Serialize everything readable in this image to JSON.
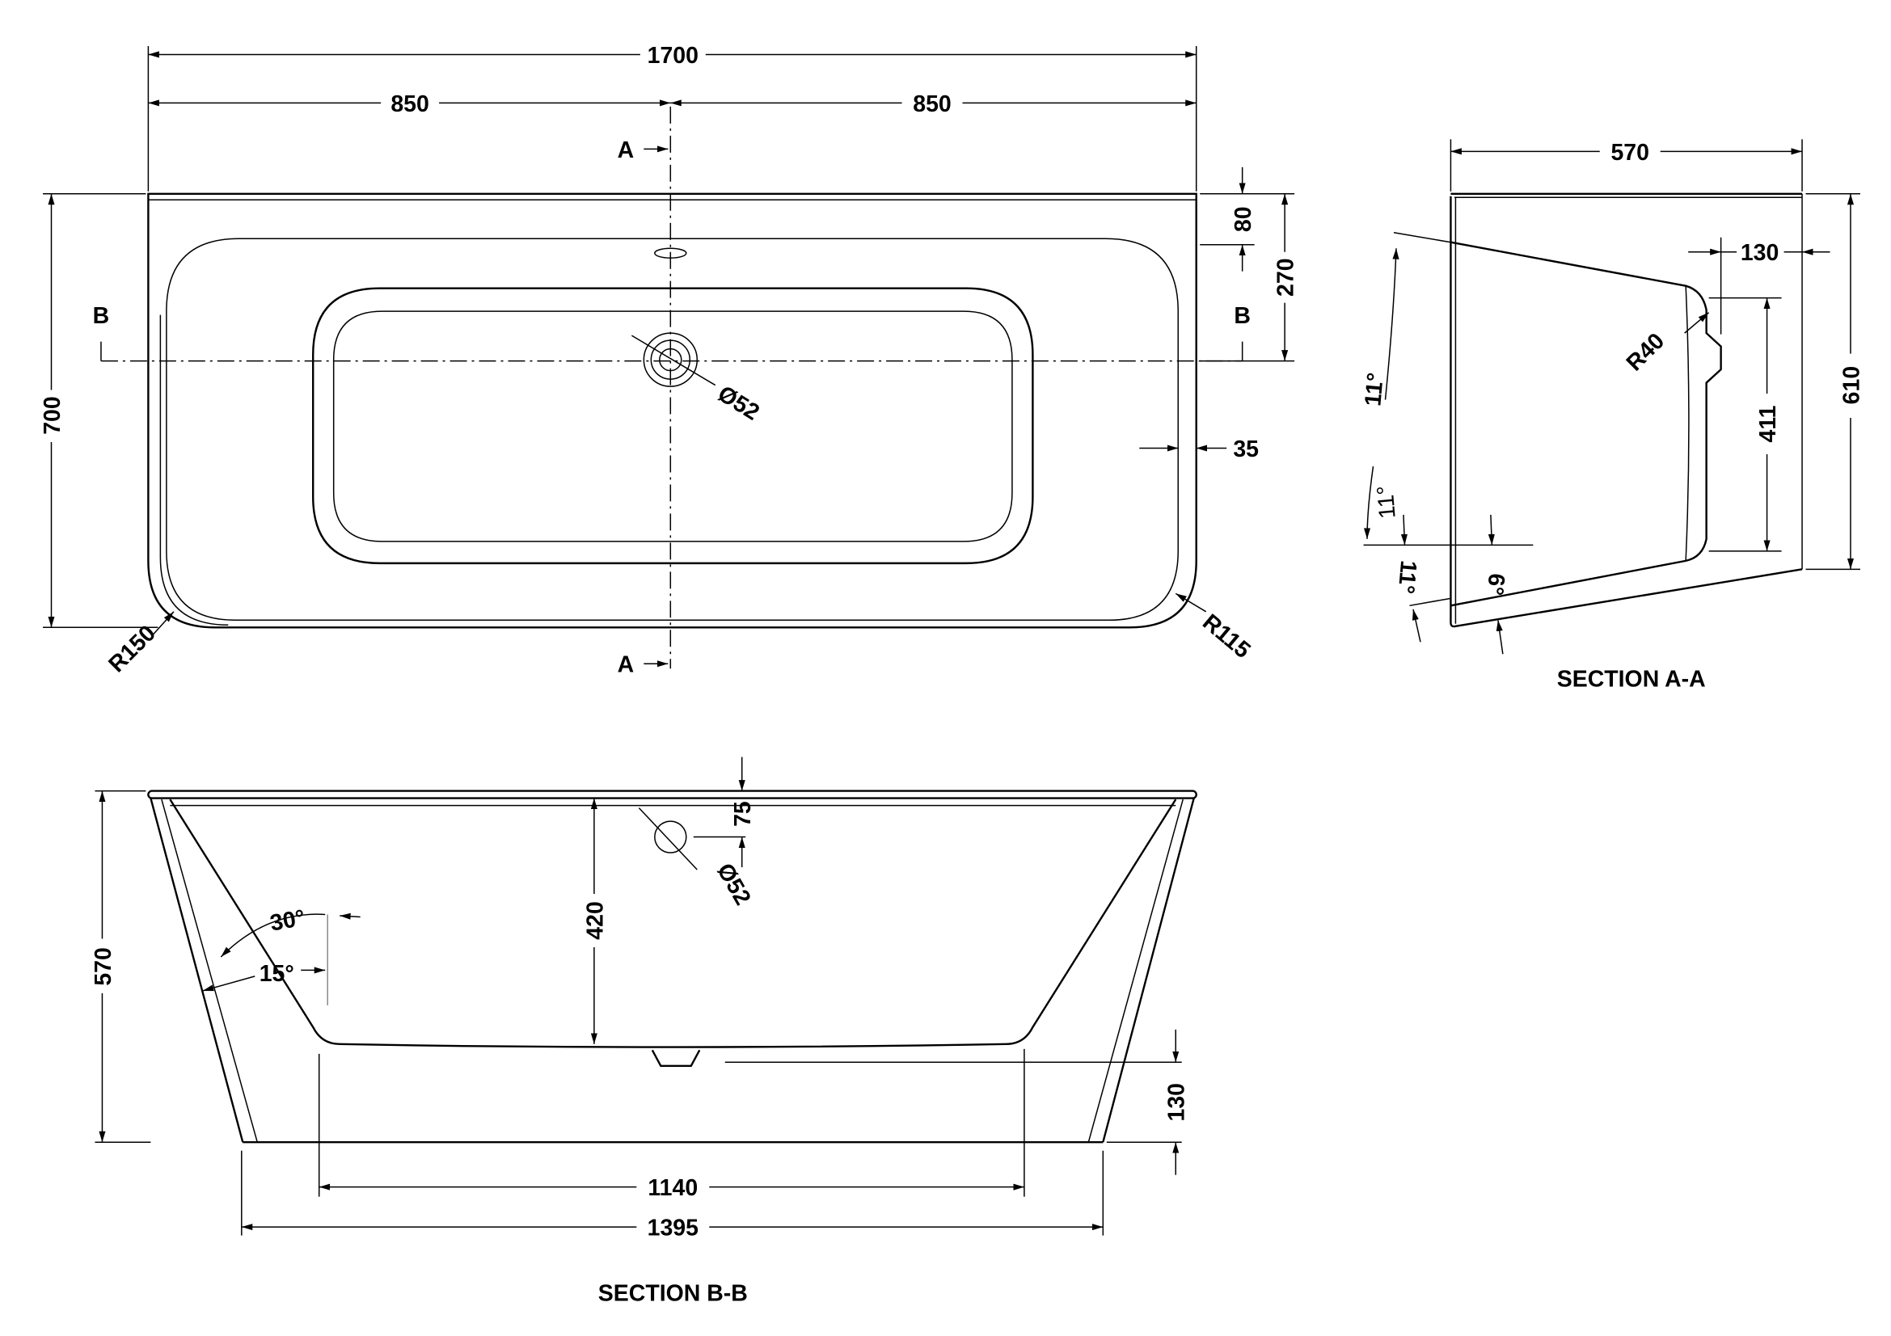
{
  "plan": {
    "overall_length": "1700",
    "half_left": "850",
    "half_right": "850",
    "width": "700",
    "rim_back": "80",
    "drain_offset": "270",
    "rim_side": "35",
    "radius_left": "R150",
    "radius_right": "R115",
    "drain_dia": "Ø52",
    "section_a_top": "A",
    "section_a_bottom": "A",
    "section_b_left": "B",
    "section_b_right": "B"
  },
  "section_aa": {
    "title": "SECTION A-A",
    "depth": "570",
    "height": "610",
    "overflow_offset": "130",
    "inner_height": "411",
    "radius": "R40",
    "angle_top": "11°",
    "angle_mid": "11°",
    "angle_bottom": "11°",
    "angle_floor": "6°"
  },
  "section_bb": {
    "title": "SECTION B-B",
    "height": "570",
    "inner_depth": "420",
    "overflow_drop": "75",
    "overflow_dia": "Ø52",
    "angle_inner": "30°",
    "angle_outer": "15°",
    "base_clearance": "130",
    "floor_length": "1140",
    "base_length": "1395"
  },
  "colors": {
    "line": "#000000",
    "background": "#ffffff"
  }
}
